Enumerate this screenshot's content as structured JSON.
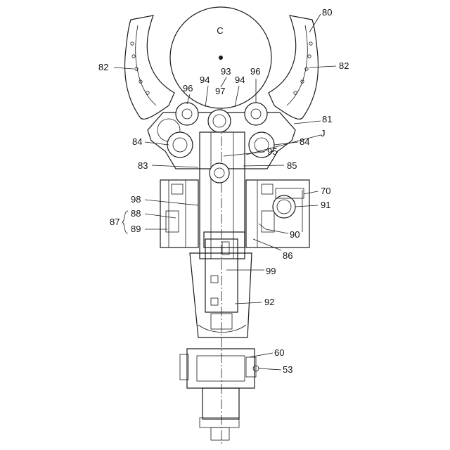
{
  "labels": {
    "c": "C",
    "l80": "80",
    "l82a": "82",
    "l82b": "82",
    "l93": "93",
    "l96a": "96",
    "l96b": "96",
    "l94a": "94",
    "l94b": "94",
    "l97": "97",
    "l81": "81",
    "lJ": "J",
    "l84a": "84",
    "l84b": "84",
    "l95": "95",
    "l83": "83",
    "l85": "85",
    "l98": "98",
    "l70": "70",
    "l91": "91",
    "l88": "88",
    "l87": "87",
    "l89": "89",
    "l90": "90",
    "l86": "86",
    "l99": "99",
    "l92": "92",
    "l60": "60",
    "l53": "53"
  }
}
